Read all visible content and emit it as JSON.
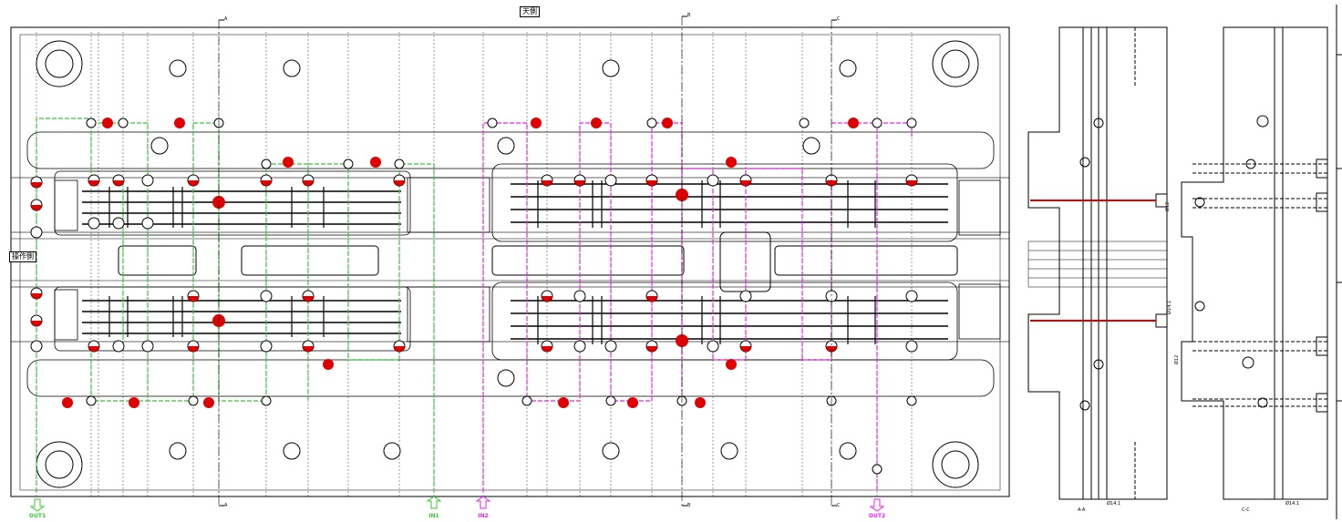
{
  "labels": {
    "top_side": "天側",
    "operator_side": "操作側"
  },
  "ports": [
    {
      "label": "OUT1",
      "color": "#33cc33"
    },
    {
      "label": "IN1",
      "color": "#33cc33"
    },
    {
      "label": "IN2",
      "color": "#ee22ee"
    },
    {
      "label": "OUT2",
      "color": "#ee22ee"
    }
  ],
  "section_marks": {
    "a": "A",
    "b": "B",
    "c": "C"
  },
  "section_views": {
    "aa": "A-A",
    "cc": "C-C"
  },
  "dimensions": {
    "aa_bottom": "Ø14.1",
    "cc_bottom": "Ø14.1",
    "aa_right_top": "Ø12",
    "aa_right_bottom": "Ø14.1",
    "cc_left": "Ø12"
  },
  "colors": {
    "cooling_green": "#33cc33",
    "cooling_magenta": "#ee22ee",
    "marker_red": "#e00000",
    "line": "#000000",
    "channel_red": "#e00000"
  }
}
